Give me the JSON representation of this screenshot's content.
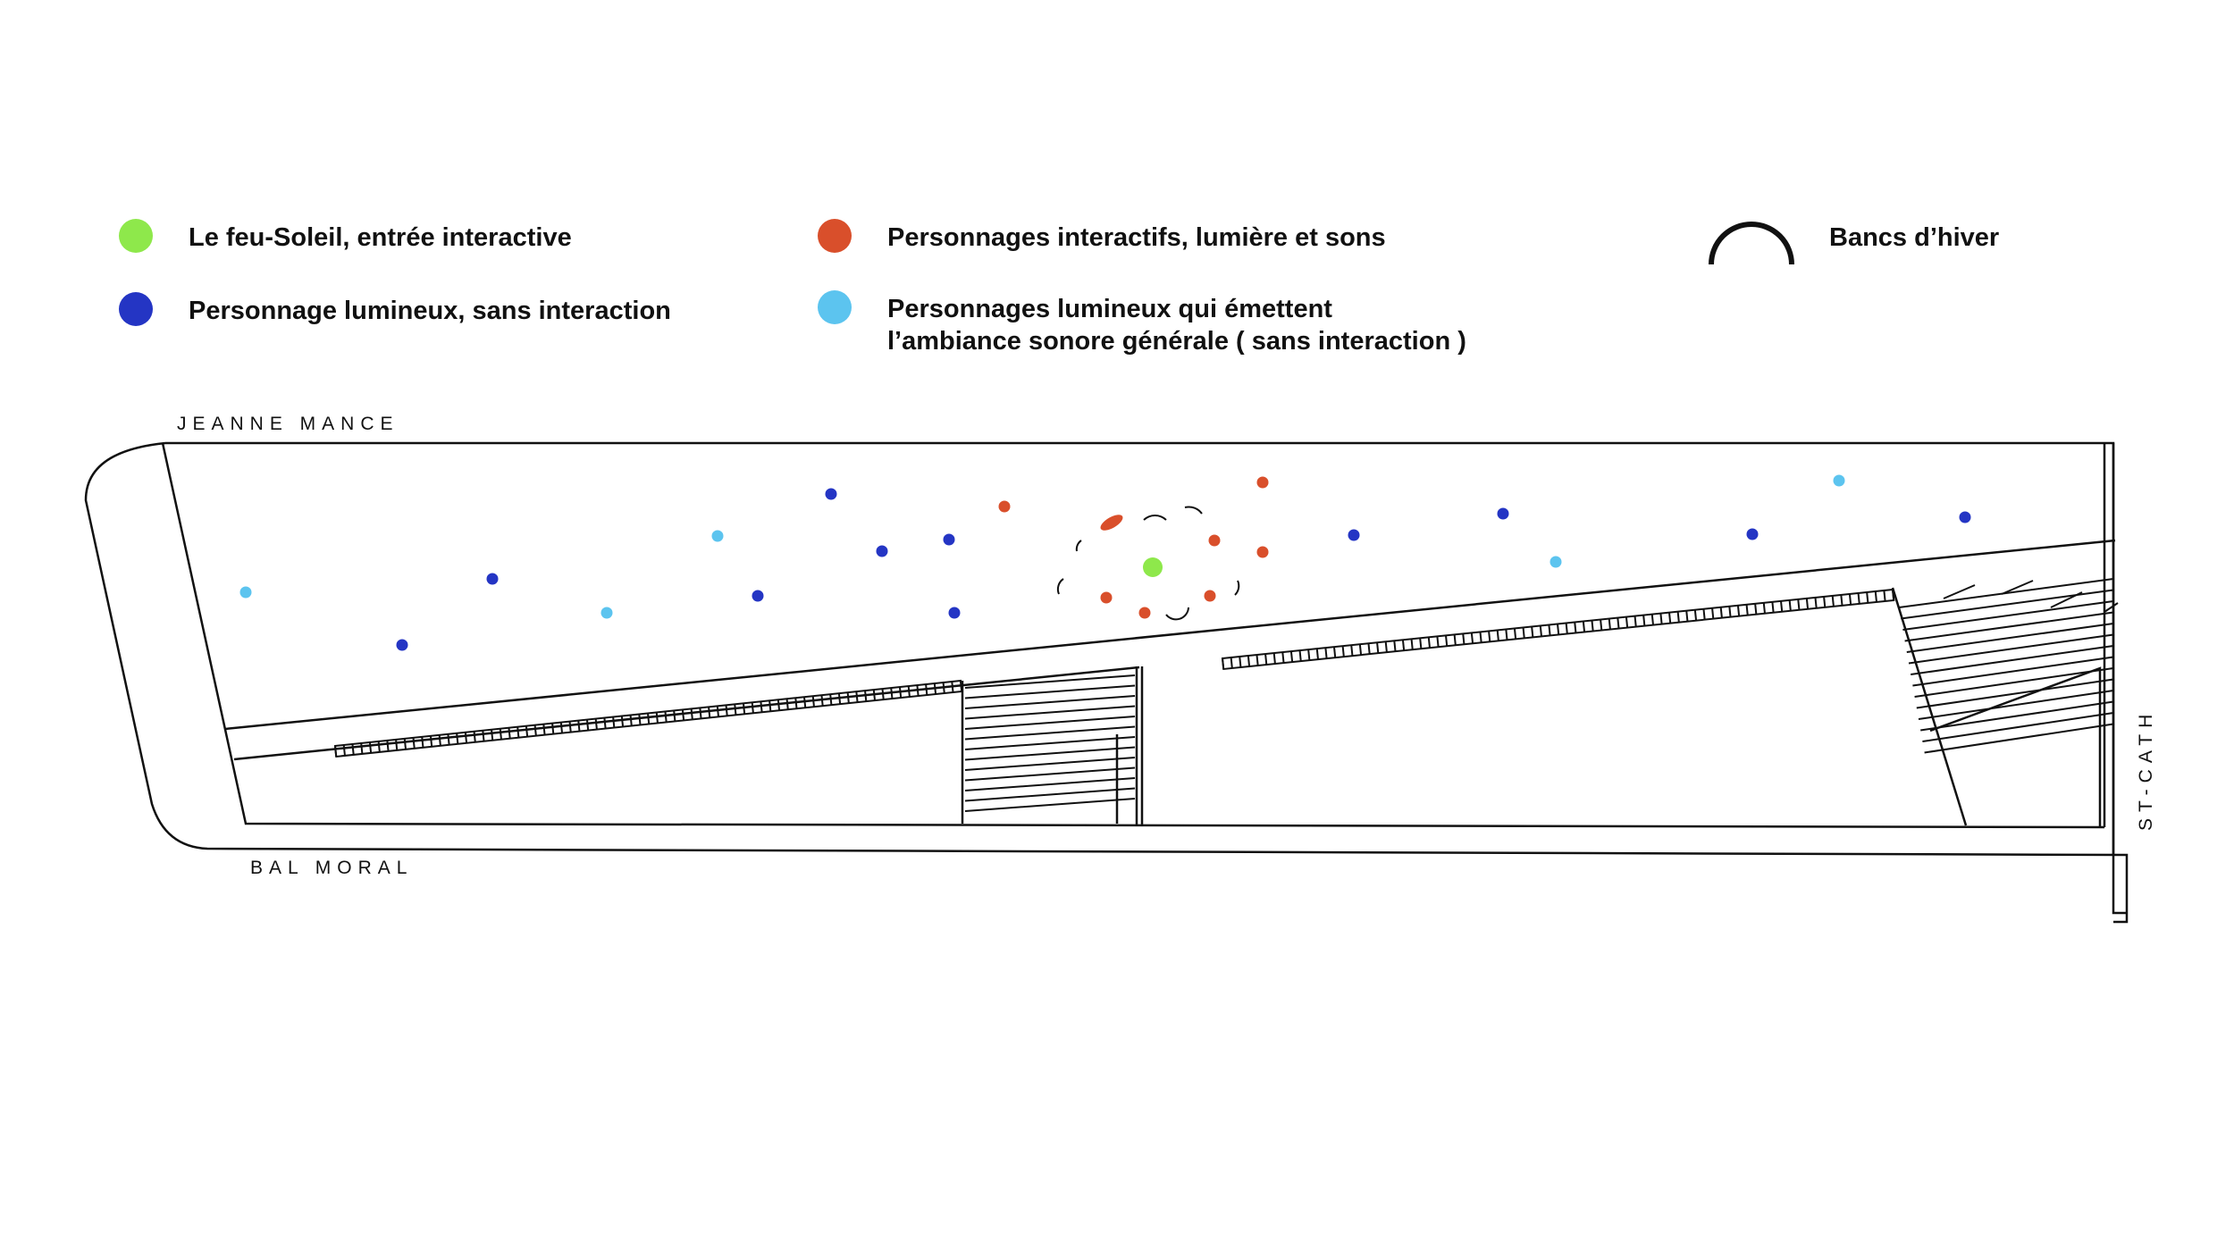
{
  "colors": {
    "green": "#8ee84b",
    "blue": "#2435c4",
    "orange": "#d94f2b",
    "cyan": "#5cc4ef",
    "line": "#111111"
  },
  "legend": [
    {
      "label": "Le feu-Soleil, entrée interactive",
      "color": "#8ee84b",
      "icon": "green-dot-icon"
    },
    {
      "label": "Personnage lumineux, sans interaction",
      "color": "#2435c4",
      "icon": "blue-dot-icon"
    },
    {
      "label": "Personnages interactifs, lumière et sons",
      "color": "#d94f2b",
      "icon": "orange-dot-icon"
    },
    {
      "line1": "Personnages lumineux qui émettent",
      "line2": "l’ambiance sonore générale ( sans interaction )",
      "color": "#5cc4ef",
      "icon": "cyan-dot-icon"
    },
    {
      "label": "Bancs d’hiver",
      "icon": "bench-arc-icon"
    }
  ],
  "streets": {
    "north": "JEANNE MANCE",
    "south": "BAL MORAL",
    "east": "ST-CATH"
  }
}
